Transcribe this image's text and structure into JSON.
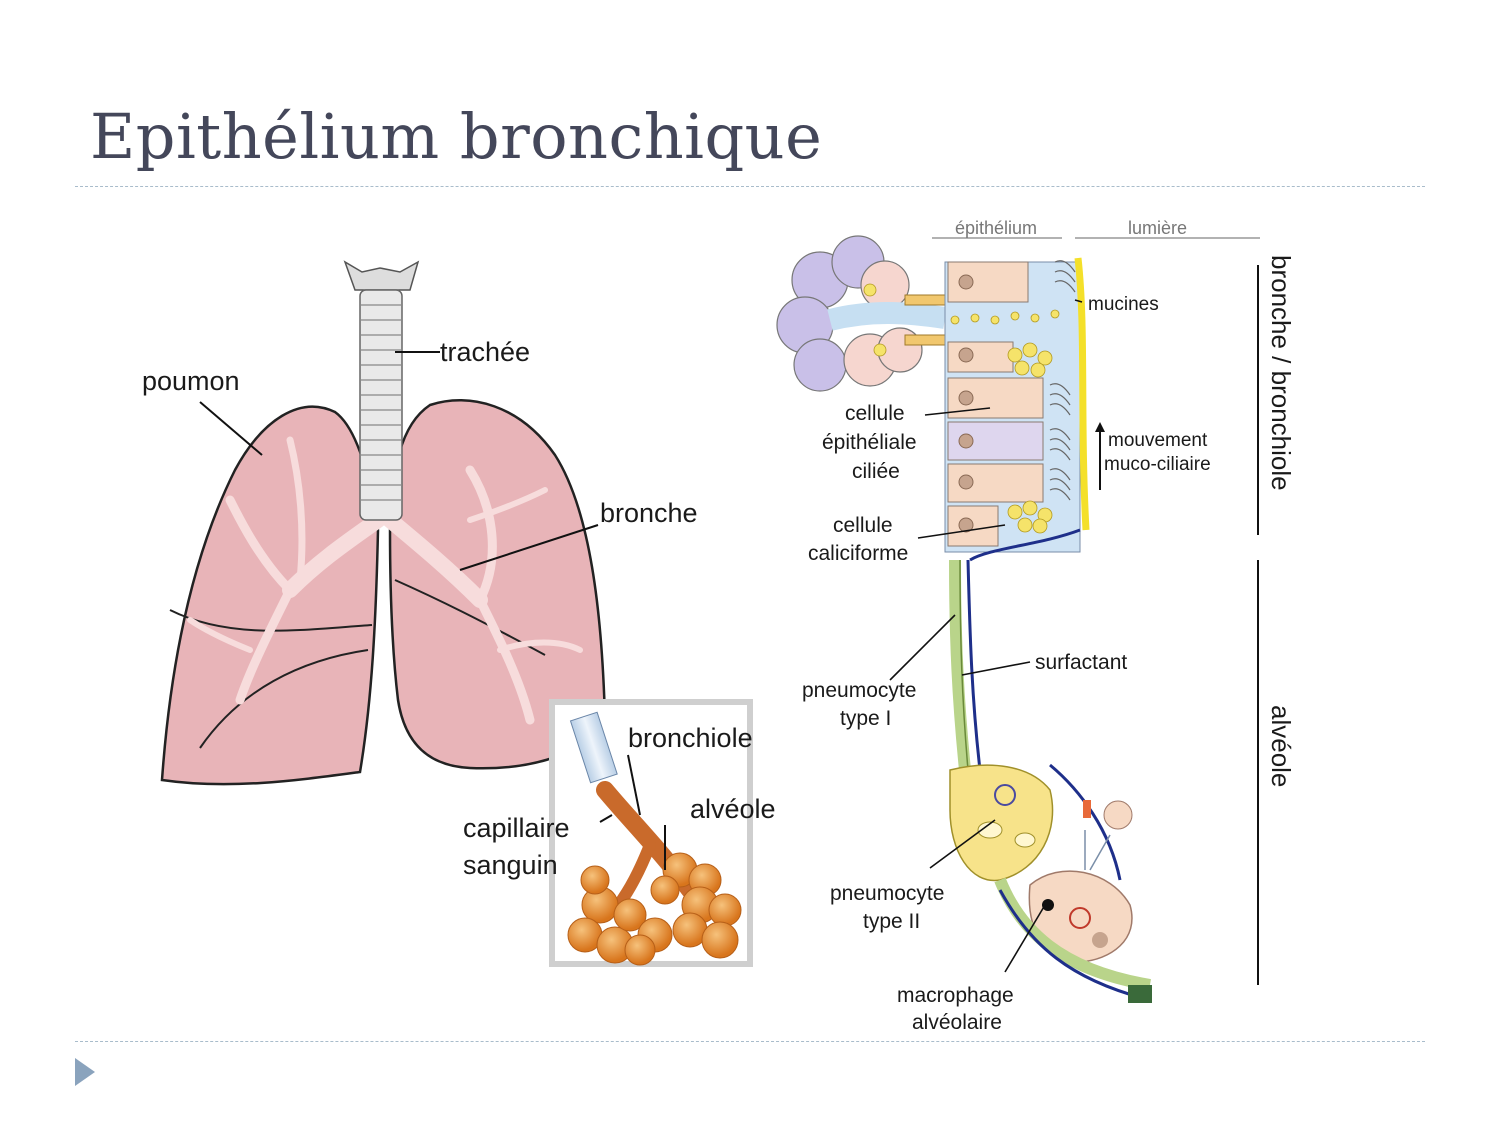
{
  "slide": {
    "title": "Epithélium bronchique"
  },
  "left_figure": {
    "labels": {
      "poumon": "poumon",
      "trachee": "trachée",
      "bronche": "bronche",
      "bronchiole": "bronchiole",
      "alveole": "alvéole",
      "capillaire_1": "capillaire",
      "capillaire_2": "sanguin"
    }
  },
  "right_figure": {
    "header": {
      "epithelium": "épithélium",
      "lumiere": "lumière"
    },
    "side": {
      "bronche_bronchiole": "bronche / bronchiole",
      "alveole": "alvéole"
    },
    "labels": {
      "mucines": "mucines",
      "cellule_ciliee_1": "cellule",
      "cellule_ciliee_2": "épithéliale",
      "cellule_ciliee_3": "ciliée",
      "mouvement_1": "mouvement",
      "mouvement_2": "muco-ciliaire",
      "caliciforme_1": "cellule",
      "caliciforme_2": "caliciforme",
      "surfactant": "surfactant",
      "pneumo1_1": "pneumocyte",
      "pneumo1_2": "type I",
      "pneumo2_1": "pneumocyte",
      "pneumo2_2": "type II",
      "macrophage_1": "macrophage",
      "macrophage_2": "alvéolaire"
    }
  },
  "colors": {
    "title": "#44475a",
    "rule": "#a9bccb",
    "bullet": "#8aa3bd",
    "lung": "#e8b4b8",
    "alveoli": "#e8902e"
  }
}
